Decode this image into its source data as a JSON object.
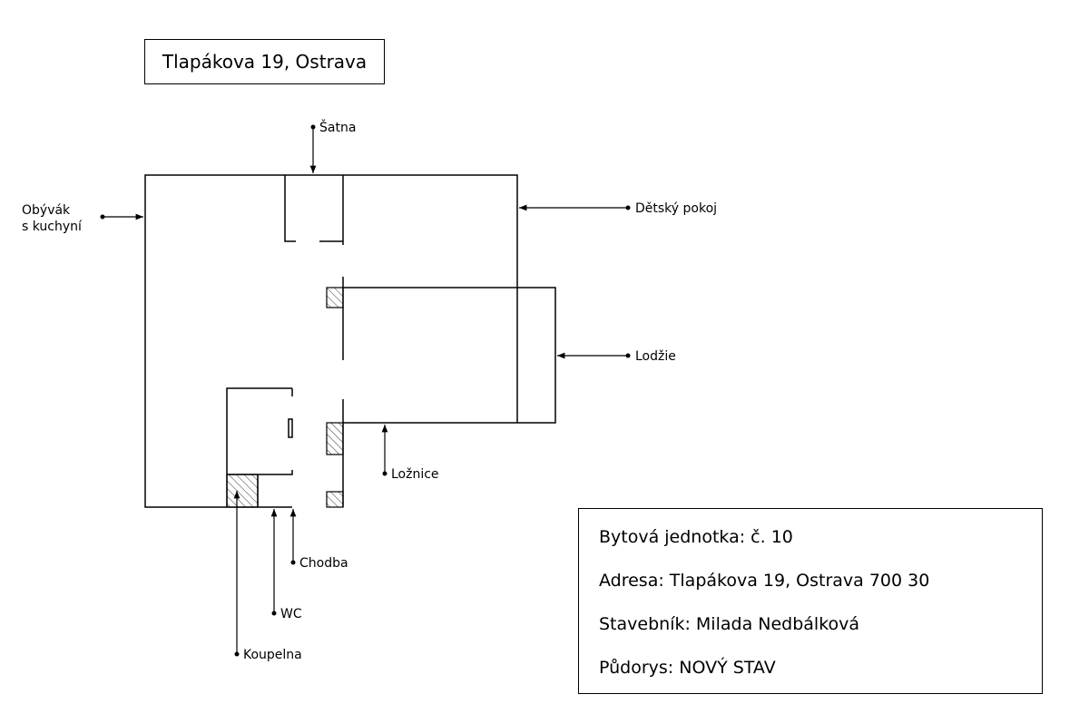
{
  "title": "Tlapákova 19, Ostrava",
  "labels": {
    "satna": "Šatna",
    "obyvak_1": "Obývák",
    "obyvak_2": "s kuchyní",
    "detsky_pokoj": "Dětský pokoj",
    "lodzie": "Lodžie",
    "loznice": "Ložnice",
    "chodba": "Chodba",
    "wc": "WC",
    "koupelna": "Koupelna"
  },
  "info": {
    "jednotka": "Bytová jednotka: č. 10",
    "adresa": "Adresa: Tlapákova 19, Ostrava 700 30",
    "stavebnik": "Stavebník: Milada Nedbálková",
    "pudorys": "Půdorys: NOVÝ STAV"
  }
}
